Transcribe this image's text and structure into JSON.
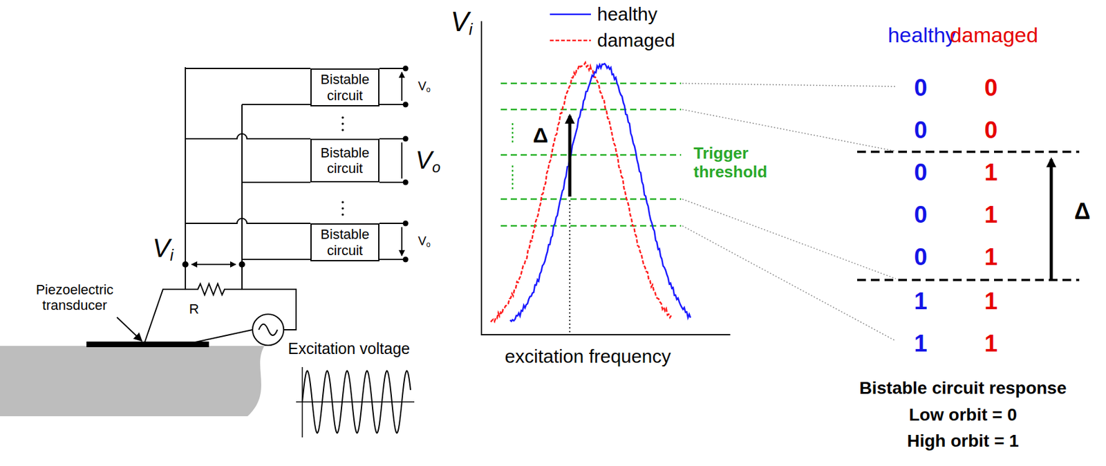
{
  "diagram": {
    "nodes": [
      {
        "text": [
          "Bistable circuit"
        ]
      },
      {
        "text": [
          "Bistable circuit"
        ]
      },
      {
        "text": [
          "Bistable circuit"
        ]
      }
    ],
    "labels": [
      "Vo",
      "Vo",
      "Vo",
      "Vi",
      "R",
      "Piezoelectric transducer",
      "Excitation voltage",
      "Vi",
      "Δ",
      "Trigger threshold",
      "excitation frequency",
      "healthy",
      "damaged",
      "0",
      "0",
      "0",
      "0",
      "0",
      "1",
      "0",
      "1",
      "0",
      "1",
      "1",
      "1",
      "1",
      "1",
      "Δ",
      "Bistable circuit response",
      "Low orbit = 0",
      "High orbit = 1"
    ],
    "legend": [
      {
        "text": "healthy"
      },
      {
        "text": "damaged"
      }
    ]
  }
}
